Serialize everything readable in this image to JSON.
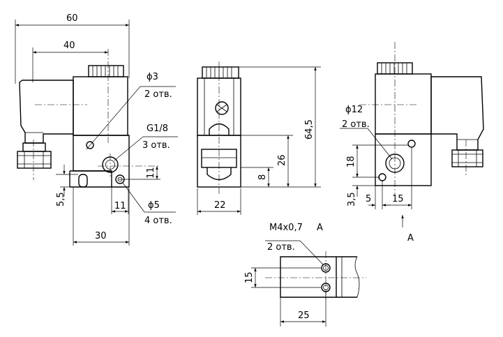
{
  "dims": {
    "d60": "60",
    "d40": "40",
    "d30": "30",
    "d11a": "11",
    "d11b": "11",
    "d55": "5,5",
    "d22": "22",
    "d8": "8",
    "d26": "26",
    "d645": "64,5",
    "d18": "18",
    "d35": "3,5",
    "d5": "5",
    "d15a": "15",
    "d15b": "15",
    "d25": "25"
  },
  "callouts": {
    "phi3": "ϕ3",
    "phi3_qty": "2 отв.",
    "g18": "G1/8",
    "g18_qty": "3 отв.",
    "phi5": "ϕ5",
    "phi5_qty": "4 отв.",
    "phi12": "ϕ12",
    "phi12_qty": "2 отв.",
    "m4": "M4x0,7",
    "m4_qty": "2 отв."
  },
  "views": {
    "view_label_a": "A",
    "arrow_label_a": "A"
  }
}
